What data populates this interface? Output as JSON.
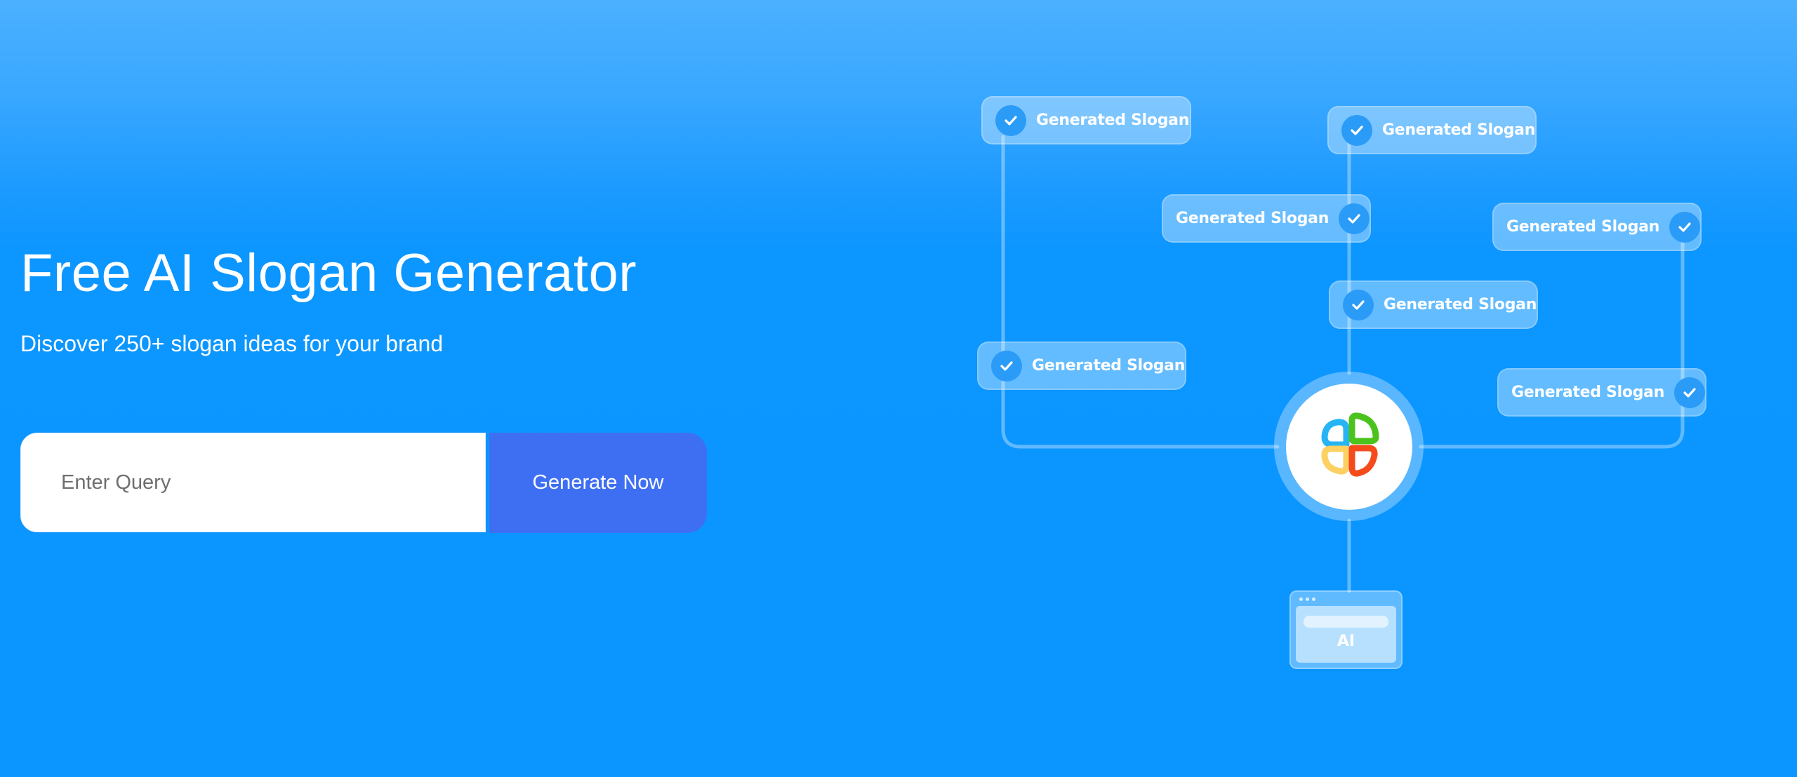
{
  "hero": {
    "title": "Free AI Slogan Generator",
    "subtitle": "Discover 250+ slogan ideas for your brand"
  },
  "search": {
    "placeholder": "Enter Query",
    "value": "",
    "button_label": "Generate Now"
  },
  "diagram": {
    "chips": [
      {
        "label": "Generated Slogan",
        "icon": "check-circle-icon",
        "icon_side": "left"
      },
      {
        "label": "Generated Slogan",
        "icon": "check-circle-icon",
        "icon_side": "left"
      },
      {
        "label": "Generated Slogan",
        "icon": "check-circle-icon",
        "icon_side": "right"
      },
      {
        "label": "Generated Slogan",
        "icon": "check-circle-icon",
        "icon_side": "right"
      },
      {
        "label": "Generated Slogan",
        "icon": "check-circle-icon",
        "icon_side": "left"
      },
      {
        "label": "Generated Slogan",
        "icon": "check-circle-icon",
        "icon_side": "left"
      },
      {
        "label": "Generated Slogan",
        "icon": "check-circle-icon",
        "icon_side": "right"
      }
    ],
    "hub_icon": "four-petal-logo-icon",
    "ai_box_label": "AI"
  },
  "colors": {
    "background_top": "#4bb0ff",
    "background_bottom": "#0a95ff",
    "button": "#3e6ff3",
    "check_circle": "#2b9bf8",
    "logo_blue": "#27b4f5",
    "logo_green": "#4cc31c",
    "logo_yellow": "#fcd061",
    "logo_red": "#f54b1c"
  }
}
